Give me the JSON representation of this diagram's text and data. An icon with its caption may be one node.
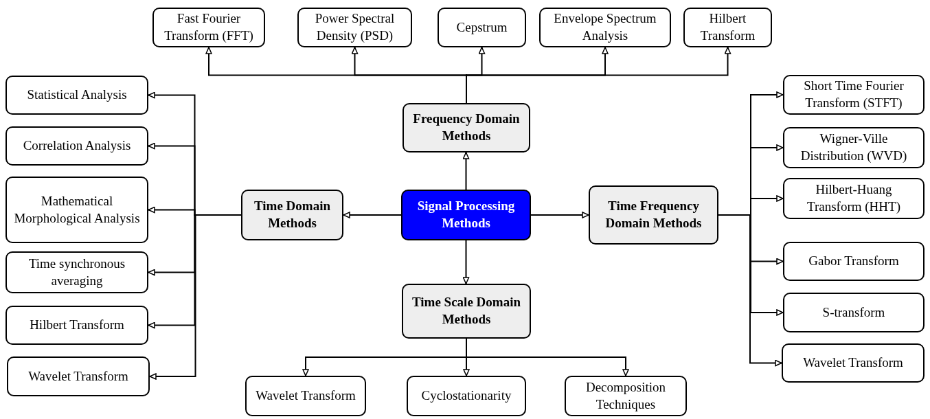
{
  "diagram": {
    "nodes": [
      {
        "text": [
          "Signal Processing Methods"
        ]
      },
      {
        "text": [
          "Frequency Domain Methods"
        ]
      },
      {
        "text": [
          "Time Domain Methods"
        ]
      },
      {
        "text": [
          "Time Frequency Domain Methods"
        ]
      },
      {
        "text": [
          "Time Scale Domain Methods"
        ]
      },
      {
        "text": [
          "Fast Fourier Transform (FFT)"
        ]
      },
      {
        "text": [
          "Power Spectral Density (PSD)"
        ]
      },
      {
        "text": [
          "Cepstrum"
        ]
      },
      {
        "text": [
          "Envelope Spectrum Analysis"
        ]
      },
      {
        "text": [
          "Hilbert Transform"
        ]
      },
      {
        "text": [
          "Statistical Analysis"
        ]
      },
      {
        "text": [
          "Correlation Analysis"
        ]
      },
      {
        "text": [
          "Mathematical Morphological Analysis"
        ]
      },
      {
        "text": [
          "Time synchronous averaging"
        ]
      },
      {
        "text": [
          "Hilbert Transform"
        ]
      },
      {
        "text": [
          "Wavelet Transform"
        ]
      },
      {
        "text": [
          "Short Time Fourier Transform (STFT)"
        ]
      },
      {
        "text": [
          "Wigner-Ville Distribution (WVD)"
        ]
      },
      {
        "text": [
          "Hilbert-Huang Transform (HHT)"
        ]
      },
      {
        "text": [
          "Gabor Transform"
        ]
      },
      {
        "text": [
          "S-transform"
        ]
      },
      {
        "text": [
          "Wavelet Transform"
        ]
      },
      {
        "text": [
          "Wavelet Transform"
        ]
      },
      {
        "text": [
          "Cyclostationarity"
        ]
      },
      {
        "text": [
          "Decomposition Techniques"
        ]
      }
    ],
    "edges": [
      {
        "from": 0,
        "to": 1,
        "arrow": "to"
      },
      {
        "from": 0,
        "to": 2,
        "arrow": "to"
      },
      {
        "from": 0,
        "to": 3,
        "arrow": "to"
      },
      {
        "from": 0,
        "to": 4,
        "arrow": "to"
      },
      {
        "from": 1,
        "to": 5,
        "arrow": "to"
      },
      {
        "from": 1,
        "to": 6,
        "arrow": "to"
      },
      {
        "from": 1,
        "to": 7,
        "arrow": "to"
      },
      {
        "from": 1,
        "to": 8,
        "arrow": "to"
      },
      {
        "from": 1,
        "to": 9,
        "arrow": "to"
      },
      {
        "from": 2,
        "to": 10,
        "arrow": "to"
      },
      {
        "from": 2,
        "to": 11,
        "arrow": "to"
      },
      {
        "from": 2,
        "to": 12,
        "arrow": "to"
      },
      {
        "from": 2,
        "to": 13,
        "arrow": "to"
      },
      {
        "from": 2,
        "to": 14,
        "arrow": "to"
      },
      {
        "from": 2,
        "to": 15,
        "arrow": "to"
      },
      {
        "from": 3,
        "to": 16,
        "arrow": "to"
      },
      {
        "from": 3,
        "to": 17,
        "arrow": "to"
      },
      {
        "from": 3,
        "to": 18,
        "arrow": "to"
      },
      {
        "from": 3,
        "to": 19,
        "arrow": "to"
      },
      {
        "from": 3,
        "to": 20,
        "arrow": "to"
      },
      {
        "from": 3,
        "to": 21,
        "arrow": "to"
      },
      {
        "from": 4,
        "to": 22,
        "arrow": "to"
      },
      {
        "from": 4,
        "to": 23,
        "arrow": "to"
      },
      {
        "from": 4,
        "to": 24,
        "arrow": "to"
      }
    ]
  }
}
